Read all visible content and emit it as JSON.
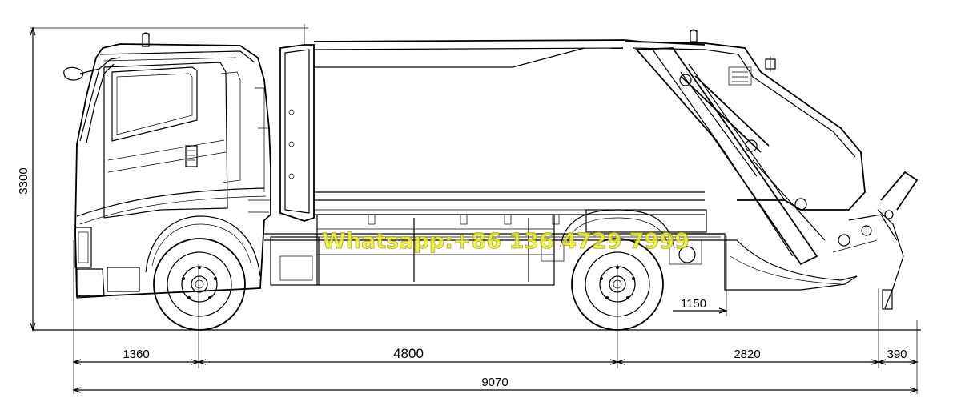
{
  "drawing": {
    "dimensions": {
      "height_total": "3300",
      "front_overhang": "1360",
      "wheelbase": "4800",
      "rear_body": "2820",
      "rear_tail": "390",
      "overall_length": "9070",
      "rear_overhang_height": "1150"
    },
    "watermark": "Whatsapp:+86 136 4729 7999"
  }
}
